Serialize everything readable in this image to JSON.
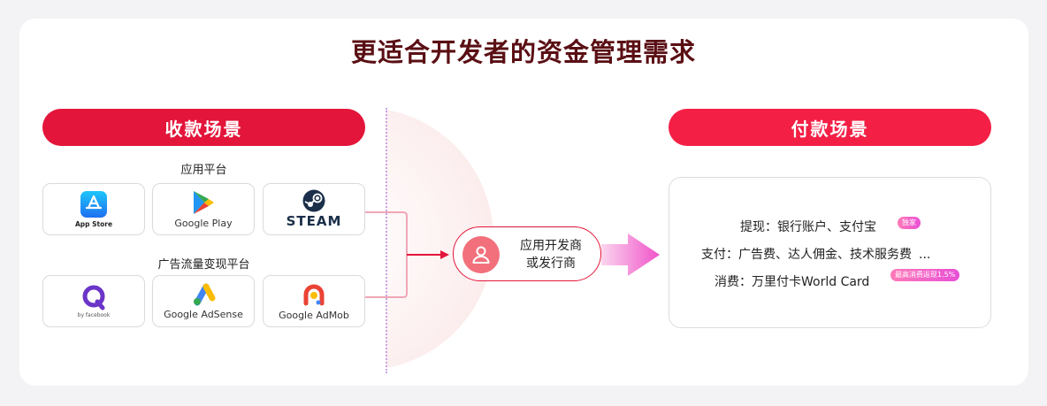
{
  "title": "更适合开发者的资金管理需求",
  "receive": {
    "header": "收款场景",
    "app_platforms": {
      "label": "应用平台",
      "items": [
        {
          "icon": "app-store-icon",
          "caption": "App Store"
        },
        {
          "icon": "google-play-icon",
          "caption": "Google Play"
        },
        {
          "icon": "steam-icon",
          "caption": "STEAM"
        }
      ]
    },
    "ad_platforms": {
      "label": "广告流量变现平台",
      "items": [
        {
          "icon": "audience-network-icon",
          "caption": "by facebook"
        },
        {
          "icon": "google-adsense-icon",
          "caption": "Google AdSense"
        },
        {
          "icon": "google-admob-icon",
          "caption": "Google AdMob"
        }
      ]
    }
  },
  "developer": {
    "label_line1": "应用开发商",
    "label_line2": "或发行商"
  },
  "pay": {
    "header": "付款场景",
    "rows": [
      {
        "label": "提现：",
        "value": "银行账户、支付宝",
        "badge": "独家"
      },
      {
        "label": "支付：",
        "value": "广告费、达人佣金、技术服务费",
        "suffix": "...",
        "badge": ""
      },
      {
        "label": "消费：",
        "value": "万里付卡World Card",
        "badge": "最高消费返现1.5%"
      }
    ]
  },
  "colors": {
    "primary_red": "#e3153a",
    "title_dark": "#5a0f14",
    "badge_pink": "#e84fd6"
  }
}
